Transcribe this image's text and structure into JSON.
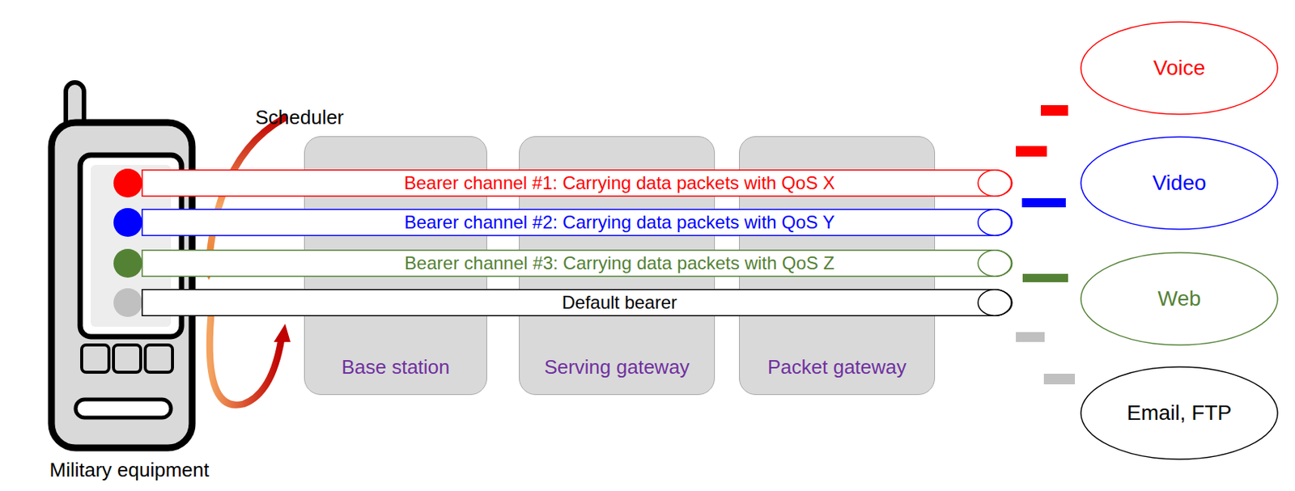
{
  "diagram": {
    "nodes": [
      {
        "text": [
          "Base station"
        ]
      },
      {
        "text": [
          "Serving gateway"
        ]
      },
      {
        "text": [
          "Packet gateway"
        ]
      },
      {
        "text": [
          "Bearer channel #1: Carrying data packets with QoS X"
        ]
      },
      {
        "text": [
          "Bearer channel #2: Carrying data packets with QoS Y"
        ]
      },
      {
        "text": [
          "Bearer channel #3: Carrying data packets with QoS Z"
        ]
      },
      {
        "text": [
          "Default bearer"
        ]
      },
      {
        "text": [
          "Voice"
        ]
      },
      {
        "text": [
          "Video"
        ]
      },
      {
        "text": [
          "Web"
        ]
      },
      {
        "text": [
          "Email, FTP"
        ]
      }
    ],
    "labels": [
      "Scheduler",
      "Military equipment"
    ]
  }
}
